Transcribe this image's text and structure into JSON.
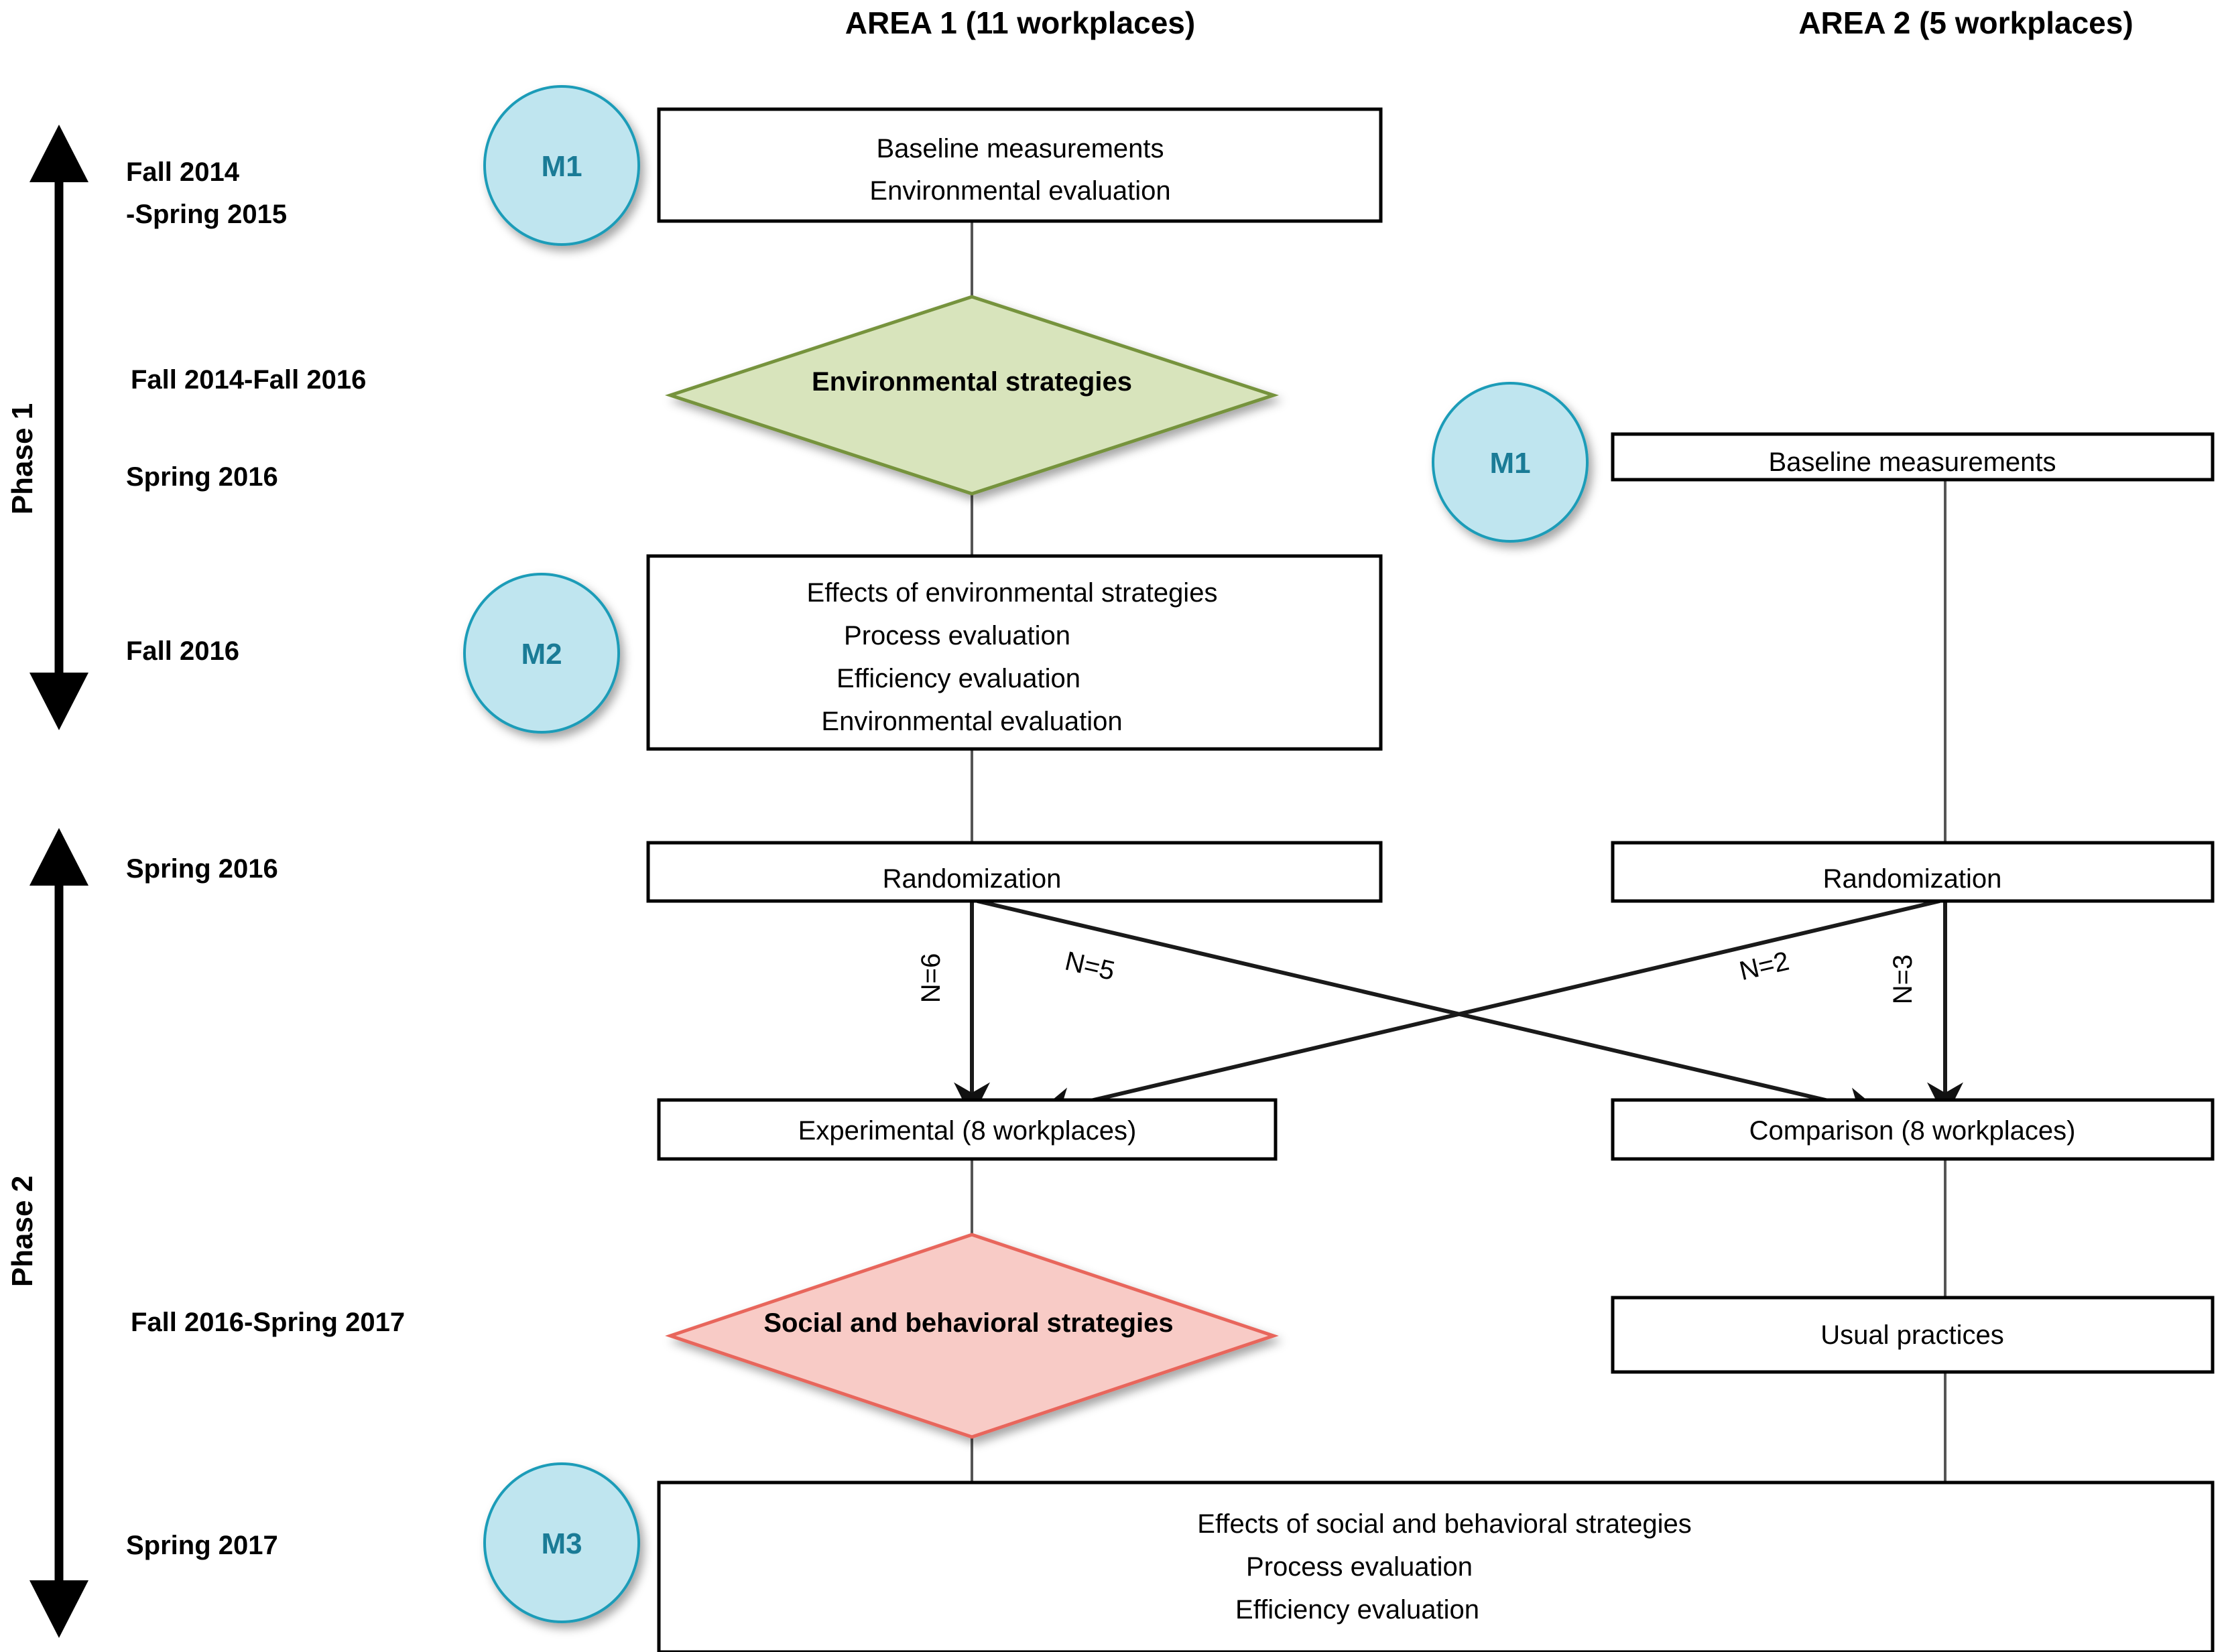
{
  "headers": {
    "area1": "AREA 1 (11 workplaces)",
    "area2": "AREA 2 (5 workplaces)"
  },
  "phases": [
    {
      "label": "Phase 1"
    },
    {
      "label": "Phase 2"
    }
  ],
  "timeline_labels": [
    {
      "id": "t1",
      "line1": "Fall 2014",
      "line2": "-Spring 2015"
    },
    {
      "id": "t2",
      "line1": "Fall 2014-Fall 2016",
      "line2": ""
    },
    {
      "id": "t3",
      "line1": "Spring 2016",
      "line2": ""
    },
    {
      "id": "t4",
      "line1": "Fall 2016",
      "line2": ""
    },
    {
      "id": "t5",
      "line1": "Spring 2016",
      "line2": ""
    },
    {
      "id": "t6",
      "line1": "Fall 2016-Spring 2017",
      "line2": ""
    },
    {
      "id": "t7",
      "line1": "Spring 2017",
      "line2": ""
    }
  ],
  "measurement_markers": [
    {
      "id": "m1a",
      "label": "M1"
    },
    {
      "id": "m2",
      "label": "M2"
    },
    {
      "id": "m1b",
      "label": "M1"
    },
    {
      "id": "m3",
      "label": "M3"
    }
  ],
  "nodes": {
    "a1_baseline": {
      "lines": [
        "Baseline measurements",
        "Environmental evaluation"
      ]
    },
    "a1_env_strategies": {
      "lines": [
        "Environmental strategies"
      ]
    },
    "a1_effects": {
      "lines": [
        "Effects of environmental strategies",
        "Process evaluation",
        "Efficiency evaluation",
        "Environmental evaluation"
      ]
    },
    "a1_randomization": {
      "lines": [
        "Randomization"
      ]
    },
    "a2_baseline": {
      "lines": [
        "Baseline measurements"
      ]
    },
    "a2_randomization": {
      "lines": [
        "Randomization"
      ]
    },
    "experimental": {
      "lines": [
        "Experimental (8 workplaces)"
      ]
    },
    "comparison": {
      "lines": [
        "Comparison (8 workplaces)"
      ]
    },
    "social_strategies": {
      "lines": [
        "Social and behavioral strategies"
      ]
    },
    "usual_practices": {
      "lines": [
        "Usual practices"
      ]
    },
    "final_effects": {
      "lines": [
        "Effects of social and behavioral strategies",
        "Process evaluation",
        "Efficiency evaluation"
      ]
    }
  },
  "edge_labels": [
    {
      "id": "n6",
      "text": "N=6",
      "from": "a1_randomization",
      "to": "experimental"
    },
    {
      "id": "n5",
      "text": "N=5",
      "from": "a1_randomization",
      "to": "comparison"
    },
    {
      "id": "n2",
      "text": "N=2",
      "from": "a2_randomization",
      "to": "experimental"
    },
    {
      "id": "n3",
      "text": "N=3",
      "from": "a2_randomization",
      "to": "comparison"
    }
  ],
  "colors": {
    "marker_fill": "#bfe5ef",
    "marker_stroke": "#1a9cb8",
    "marker_text": "#1a7b96",
    "green_diamond_fill": "#d8e4bc",
    "green_diamond_stroke": "#76933c",
    "pink_diamond_fill": "#f8cbc6",
    "pink_diamond_stroke": "#e8665c",
    "box_stroke": "#000000",
    "connector": "#555555",
    "background": "#ffffff"
  }
}
